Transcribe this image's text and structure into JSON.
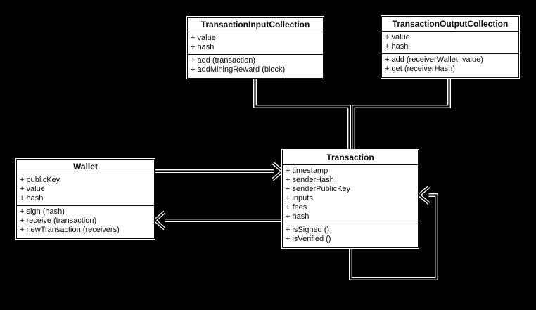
{
  "diagram": {
    "type": "uml-class-diagram",
    "background_color": "#000000",
    "box_fill_color": "#ffffff",
    "box_border_color": "#0c0c0c",
    "text_color": "#0a0a0a",
    "connector_color": "#ffffff",
    "classes": [
      {
        "id": "transaction-input-collection",
        "name": "TransactionInputCollection",
        "attributes": [
          "+ value",
          "+ hash"
        ],
        "methods": [
          "+ add (transaction)",
          "+ addMiningReward (block)"
        ]
      },
      {
        "id": "transaction-output-collection",
        "name": "TransactionOutputCollection",
        "attributes": [
          "+ value",
          "+ hash"
        ],
        "methods": [
          "+ add (receiverWallet, value)",
          "+ get (receiverHash)"
        ]
      },
      {
        "id": "wallet",
        "name": "Wallet",
        "attributes": [
          "+ publicKey",
          "+ value",
          "+ hash"
        ],
        "methods": [
          "+ sign (hash)",
          "+ receive (transaction)",
          "+ newTransaction (receivers)"
        ]
      },
      {
        "id": "transaction",
        "name": "Transaction",
        "attributes": [
          "+ timestamp",
          "+ senderHash",
          "+ senderPublicKey",
          "+ inputs",
          "+ fees",
          "+ hash"
        ],
        "methods": [
          "+ isSigned ()",
          "+ isVerified ()"
        ]
      }
    ],
    "relationships": [
      {
        "from": "TransactionInputCollection",
        "to": "Transaction",
        "arrowhead": "none"
      },
      {
        "from": "TransactionOutputCollection",
        "to": "Transaction",
        "arrowhead": "none"
      },
      {
        "from": "Wallet",
        "to": "Transaction",
        "arrowhead": "open-arrow-at-transaction"
      },
      {
        "from": "Transaction",
        "to": "Wallet",
        "arrowhead": "open-arrow-at-wallet"
      },
      {
        "from": "Transaction",
        "to": "Transaction",
        "arrowhead": "open-arrow-self-loop"
      }
    ]
  }
}
